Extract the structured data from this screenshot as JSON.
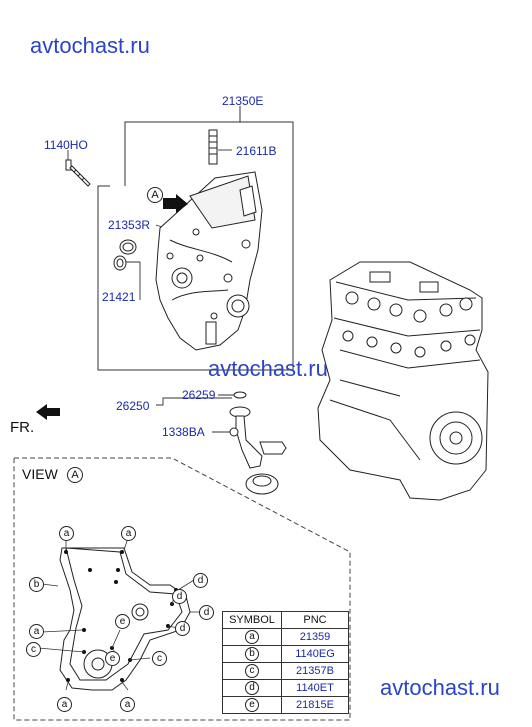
{
  "watermarks": [
    "avtochast.ru",
    "avtochast.ru",
    "avtochast.ru"
  ],
  "part_numbers": {
    "cover_assy": "21350E",
    "bolt": "1140HO",
    "stud": "21611B",
    "seal_upper": "21353R",
    "seal_lower": "21421",
    "strainer_assy": "26250",
    "gasket": "26259",
    "bolt_strainer": "1338BA"
  },
  "labels": {
    "view_marker": "A",
    "front": "FR.",
    "view_title": "VIEW",
    "view_marker_2": "A"
  },
  "legend": {
    "headers": [
      "SYMBOL",
      "PNC"
    ],
    "rows": [
      {
        "symbol": "a",
        "pnc": "21359"
      },
      {
        "symbol": "b",
        "pnc": "1140EG"
      },
      {
        "symbol": "c",
        "pnc": "21357B"
      },
      {
        "symbol": "d",
        "pnc": "1140ET"
      },
      {
        "symbol": "e",
        "pnc": "21815E"
      }
    ]
  },
  "callouts": [
    "a",
    "a",
    "b",
    "d",
    "d",
    "d",
    "d",
    "a",
    "e",
    "c",
    "e",
    "c",
    "a",
    "a"
  ]
}
